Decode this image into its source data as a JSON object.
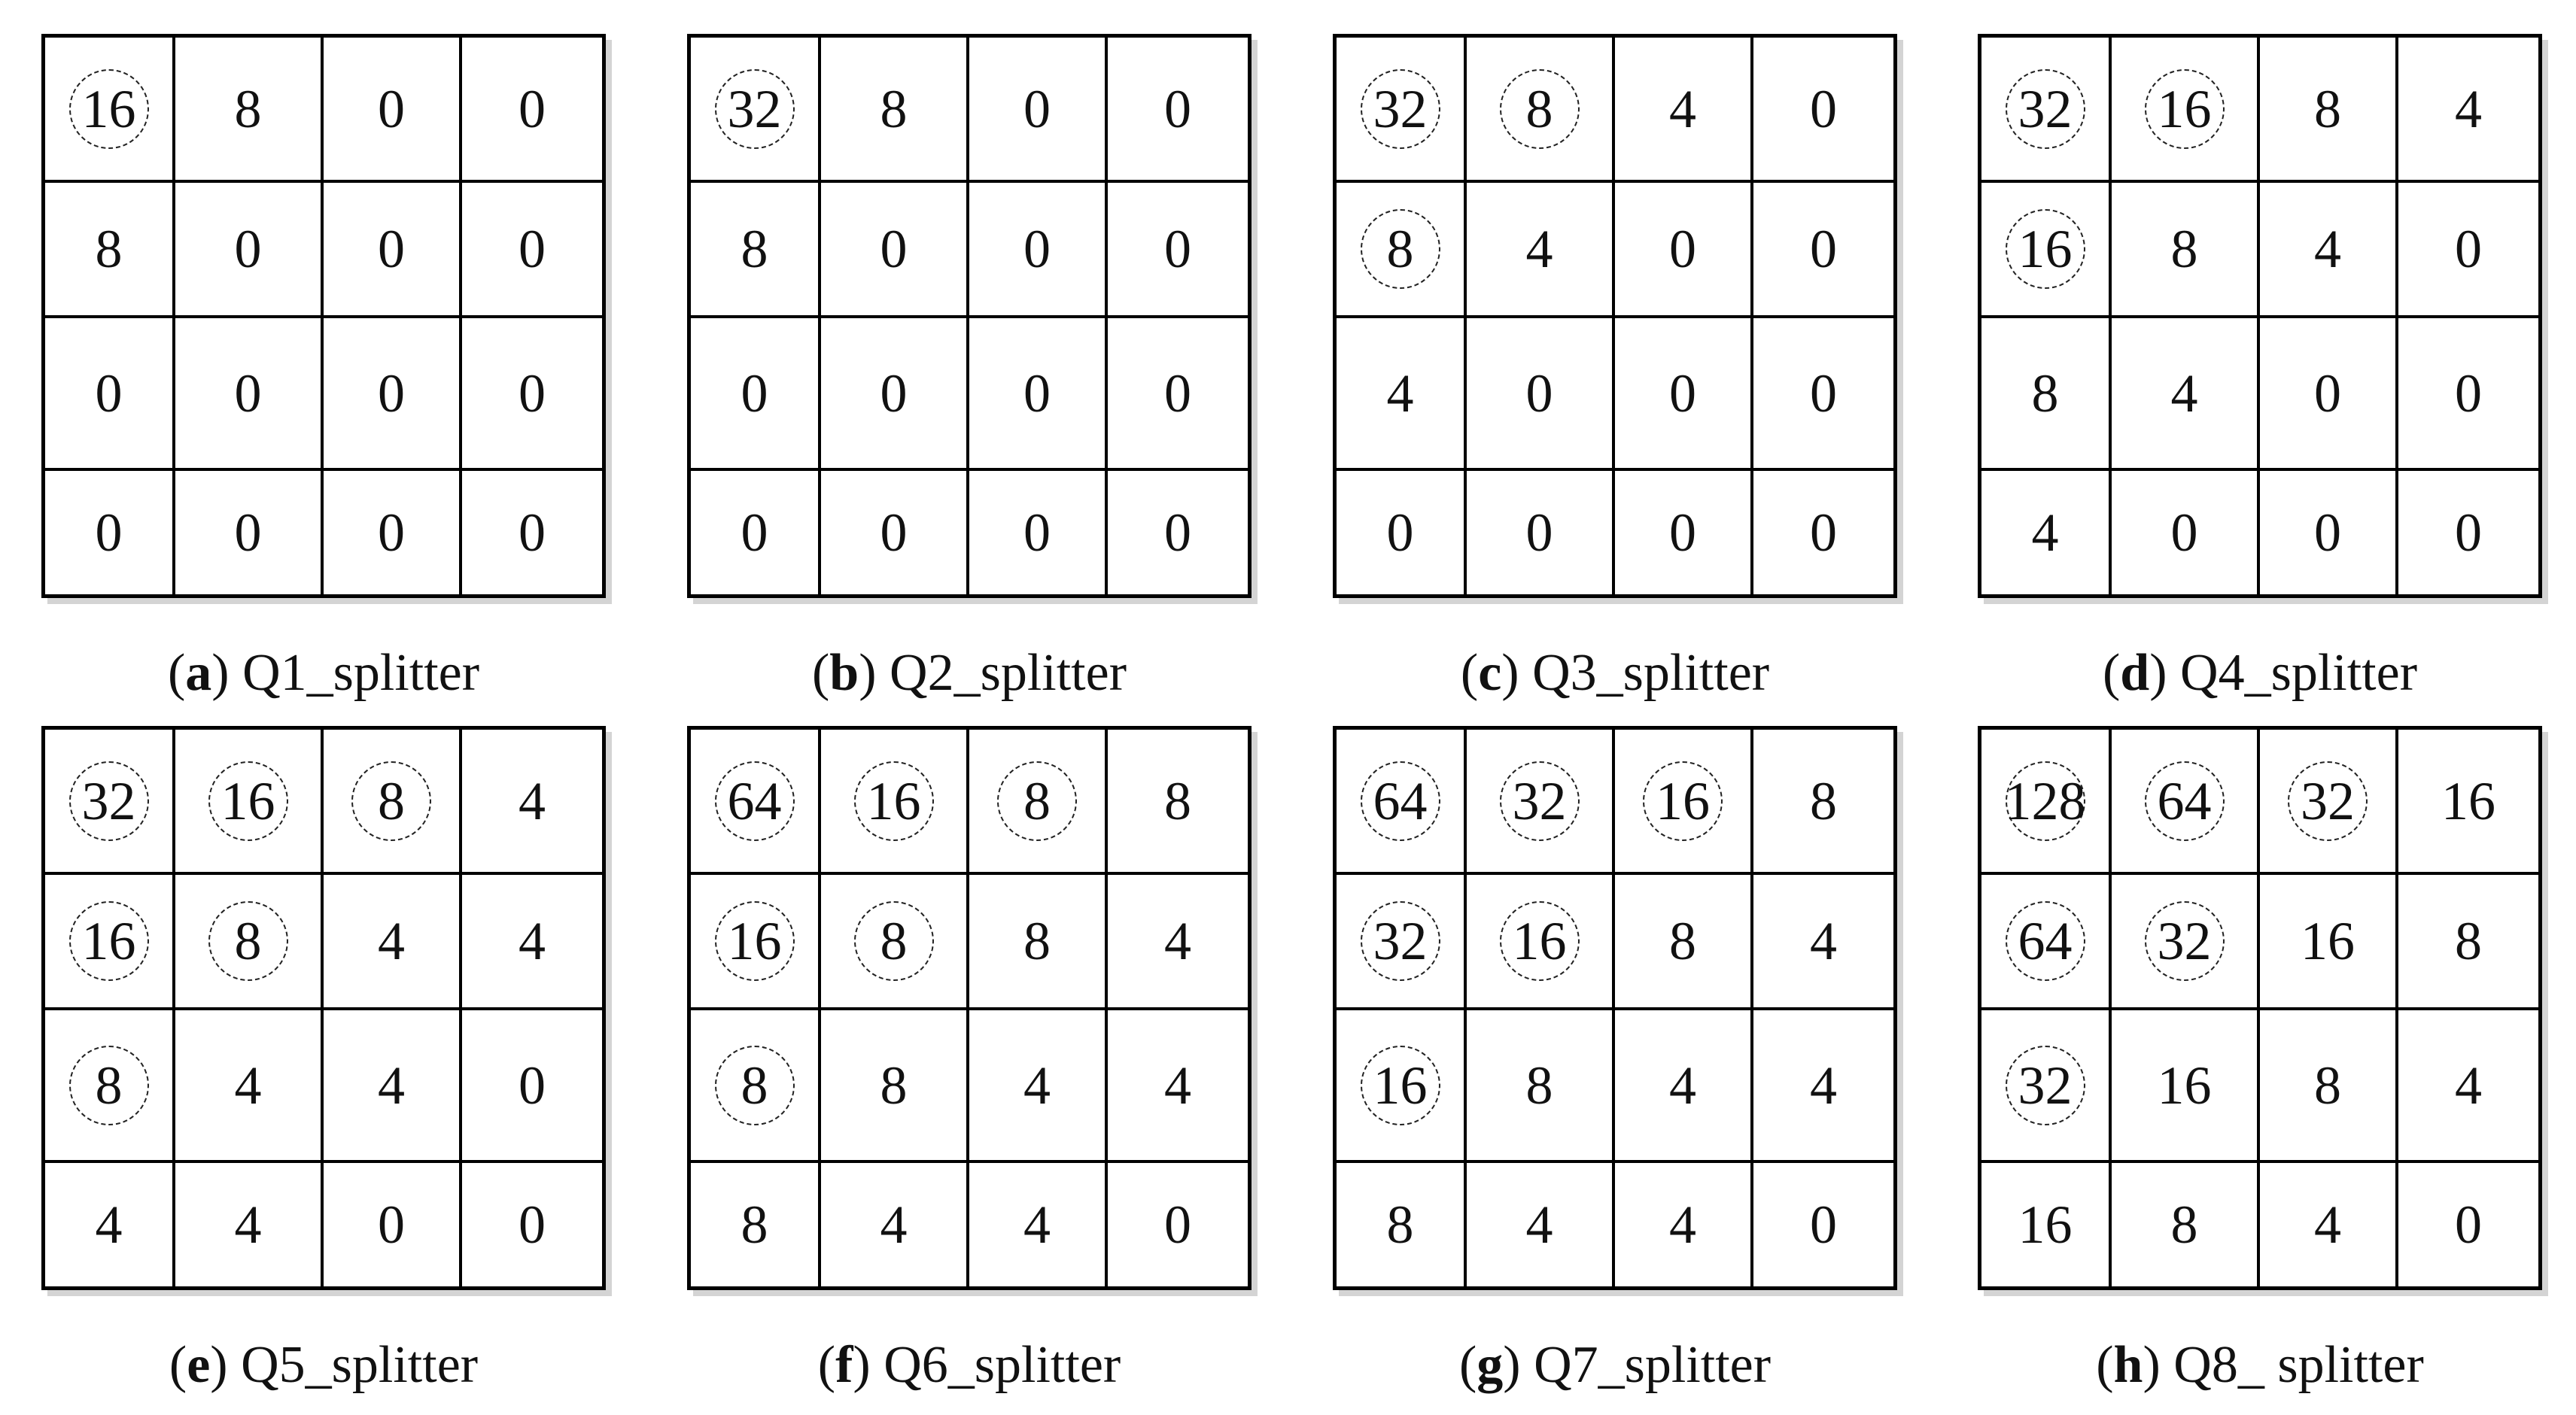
{
  "panels": [
    {
      "letter": "a",
      "name": "Q1_splitter",
      "grid": [
        [
          "16",
          "8",
          "0",
          "0"
        ],
        [
          "8",
          "0",
          "0",
          "0"
        ],
        [
          "0",
          "0",
          "0",
          "0"
        ],
        [
          "0",
          "0",
          "0",
          "0"
        ]
      ],
      "circled": [
        [
          0,
          0
        ]
      ]
    },
    {
      "letter": "b",
      "name": "Q2_splitter",
      "grid": [
        [
          "32",
          "8",
          "0",
          "0"
        ],
        [
          "8",
          "0",
          "0",
          "0"
        ],
        [
          "0",
          "0",
          "0",
          "0"
        ],
        [
          "0",
          "0",
          "0",
          "0"
        ]
      ],
      "circled": [
        [
          0,
          0
        ]
      ]
    },
    {
      "letter": "c",
      "name": "Q3_splitter",
      "grid": [
        [
          "32",
          "8",
          "4",
          "0"
        ],
        [
          "8",
          "4",
          "0",
          "0"
        ],
        [
          "4",
          "0",
          "0",
          "0"
        ],
        [
          "0",
          "0",
          "0",
          "0"
        ]
      ],
      "circled": [
        [
          0,
          0
        ],
        [
          0,
          1
        ],
        [
          1,
          0
        ]
      ]
    },
    {
      "letter": "d",
      "name": "Q4_splitter",
      "grid": [
        [
          "32",
          "16",
          "8",
          "4"
        ],
        [
          "16",
          "8",
          "4",
          "0"
        ],
        [
          "8",
          "4",
          "0",
          "0"
        ],
        [
          "4",
          "0",
          "0",
          "0"
        ]
      ],
      "circled": [
        [
          0,
          0
        ],
        [
          0,
          1
        ],
        [
          1,
          0
        ]
      ]
    },
    {
      "letter": "e",
      "name": "Q5_splitter",
      "grid": [
        [
          "32",
          "16",
          "8",
          "4"
        ],
        [
          "16",
          "8",
          "4",
          "4"
        ],
        [
          "8",
          "4",
          "4",
          "0"
        ],
        [
          "4",
          "4",
          "0",
          "0"
        ]
      ],
      "circled": [
        [
          0,
          0
        ],
        [
          0,
          1
        ],
        [
          0,
          2
        ],
        [
          1,
          0
        ],
        [
          1,
          1
        ],
        [
          2,
          0
        ]
      ]
    },
    {
      "letter": "f",
      "name": "Q6_splitter",
      "grid": [
        [
          "64",
          "16",
          "8",
          "8"
        ],
        [
          "16",
          "8",
          "8",
          "4"
        ],
        [
          "8",
          "8",
          "4",
          "4"
        ],
        [
          "8",
          "4",
          "4",
          "0"
        ]
      ],
      "circled": [
        [
          0,
          0
        ],
        [
          0,
          1
        ],
        [
          0,
          2
        ],
        [
          1,
          0
        ],
        [
          1,
          1
        ],
        [
          2,
          0
        ]
      ]
    },
    {
      "letter": "g",
      "name": "Q7_splitter",
      "grid": [
        [
          "64",
          "32",
          "16",
          "8"
        ],
        [
          "32",
          "16",
          "8",
          "4"
        ],
        [
          "16",
          "8",
          "4",
          "4"
        ],
        [
          "8",
          "4",
          "4",
          "0"
        ]
      ],
      "circled": [
        [
          0,
          0
        ],
        [
          0,
          1
        ],
        [
          0,
          2
        ],
        [
          1,
          0
        ],
        [
          1,
          1
        ],
        [
          2,
          0
        ]
      ]
    },
    {
      "letter": "h",
      "name": "Q8_ splitter",
      "grid": [
        [
          "128",
          "64",
          "32",
          "16"
        ],
        [
          "64",
          "32",
          "16",
          "8"
        ],
        [
          "32",
          "16",
          "8",
          "4"
        ],
        [
          "16",
          "8",
          "4",
          "0"
        ]
      ],
      "circled": [
        [
          0,
          0
        ],
        [
          0,
          1
        ],
        [
          0,
          2
        ],
        [
          1,
          0
        ],
        [
          1,
          1
        ],
        [
          2,
          0
        ]
      ]
    }
  ]
}
